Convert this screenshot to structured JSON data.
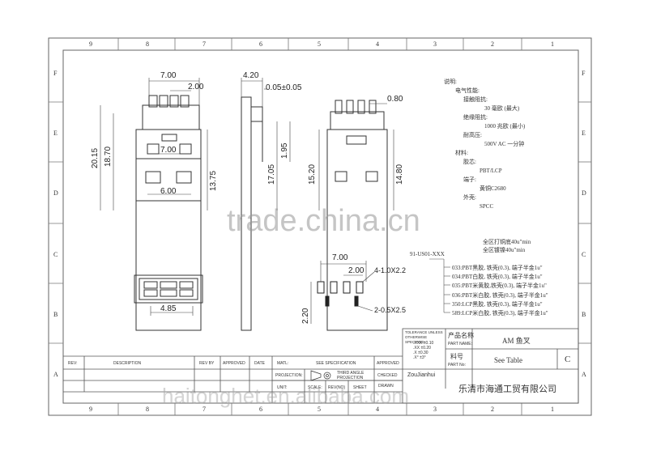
{
  "border": {
    "columns": [
      "9",
      "8",
      "7",
      "6",
      "5",
      "4",
      "3",
      "2",
      "1"
    ],
    "rows": [
      "F",
      "E",
      "D",
      "C",
      "B",
      "A"
    ]
  },
  "front_view": {
    "dims": [
      "7.00",
      "2.00",
      "20.15",
      "18.70",
      "13.75",
      "7.00",
      "6.00"
    ]
  },
  "side_view": {
    "dims": [
      "4.20",
      "0.05±0.05",
      "17.05",
      "1.95"
    ]
  },
  "end_view": {
    "dims": [
      "0.80",
      "15.20",
      "14.80"
    ]
  },
  "bottom_view": {
    "dims": [
      "4.85"
    ]
  },
  "footprint": {
    "part_code": "91-US01-XXX",
    "dims": [
      "7.00",
      "2.00",
      "4-1.0X2.2",
      "2.20",
      "2-0.5X2.5"
    ]
  },
  "notes": {
    "lines": [
      "说明:",
      "电气性能:",
      "接触阻抗:",
      "30 毫欧 (最大)",
      "绝缘阻抗:",
      "1000 兆欧 (最小)",
      "耐高压:",
      "500V AC 一分钟",
      "材料:",
      "胶芯:",
      "PBT/LCP",
      "端子:",
      "黄铜C2680",
      "外壳:",
      "SPCC",
      "全区打铜底40u\"min",
      "全区镀镍40u\"min"
    ],
    "variants": [
      "033:PBT黑胶, 铁壳(0.3), 端子半金1u\"",
      "034:PBT白胶, 铁壳(0.3), 端子半金1u\"",
      "035:PBT米黄胶,铁壳(0.3), 端子半金1u\"",
      "036:PBT米白胶, 铁壳(0.3), 端子半金1u\"",
      "350:LCP黑胶, 铁壳(0.3), 端子半金1u\"",
      "589:LCP米白胶, 铁壳(0.3), 端子半金1u\""
    ]
  },
  "title_block": {
    "tolerance_title": "TOLERANCE UNLESS OTHERWISE SPECIFIED",
    "tolerance_rows": [
      ".XXX ±0.10",
      ".XX ±0.20",
      ".X ±0.30",
      ".X° ±3°"
    ],
    "part_name_cn": "产品名称",
    "part_name_en": "PART NAME:",
    "part_name_value": "AM 鱼叉",
    "part_no_cn": "料号",
    "part_no_en": "PART No:",
    "part_no_value": "See Table",
    "rev_letter": "C",
    "hdr_rev": "REV:",
    "hdr_description": "DESCRIPTION",
    "hdr_rev_by": "REV BY",
    "hdr_approved": "APPROVED",
    "hdr_date": "DATE",
    "matl": "MATL:",
    "see_spec": "SEE SPECIFICATION",
    "approved": "APPROVED",
    "projection": "PROJECTION:",
    "third_angle": "THIRD ANGLE PROJECTION",
    "checked": "CHECKED",
    "unit": "UNIT:",
    "scale": "SCALE:",
    "rev_no": "REV(NO)",
    "sheet": "SHEET",
    "drawn": "DRAWN",
    "drawn_by": "ZouJianhui",
    "company": "乐清市海通工贸有限公司"
  },
  "watermarks": {
    "center": "trade.china.cn",
    "bottom": "haitonghet.en.alibaba.com"
  }
}
